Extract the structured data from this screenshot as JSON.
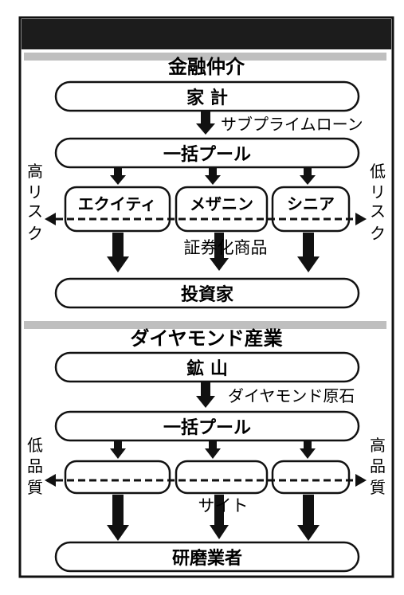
{
  "header": {
    "title": ""
  },
  "section_top": {
    "title": "金融仲介",
    "node_source": "家 計",
    "flow_label": "サブプライムローン",
    "node_pool": "一括プール",
    "left_axis": [
      "高",
      "リ",
      "ス",
      "ク"
    ],
    "right_axis": [
      "低",
      "リ",
      "ス",
      "ク"
    ],
    "tranches": [
      "エクイティ",
      "メザニン",
      "シニア"
    ],
    "product_label": "証券化商品",
    "node_dest": "投資家"
  },
  "section_bottom": {
    "title": "ダイヤモンド産業",
    "node_source": "鉱 山",
    "flow_label": "ダイヤモンド原石",
    "node_pool": "一括プール",
    "left_axis": [
      "低",
      "品",
      "質"
    ],
    "right_axis": [
      "高",
      "品",
      "質"
    ],
    "tranches": [
      "",
      "",
      ""
    ],
    "product_label": "サイト",
    "node_dest": "研磨業者"
  },
  "colors": {
    "ink": "#111111",
    "paper": "#ffffff",
    "header_bg": "#1c1c1c",
    "band": "#8a8a8a"
  }
}
